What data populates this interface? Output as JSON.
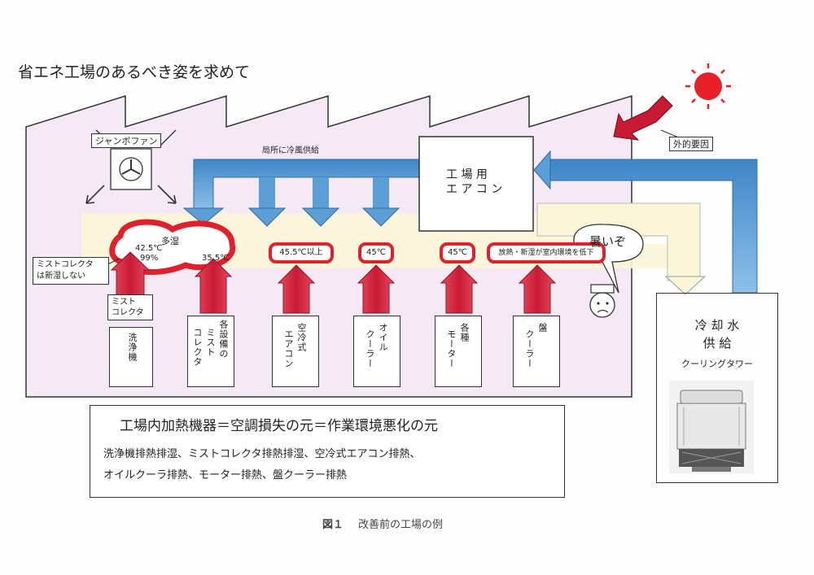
{
  "title": "省エネ工場のあるべき姿を求めて",
  "labels": {
    "jumbo_fan": "ジャンボファン",
    "local_supply": "局所に冷風供給",
    "factory_ac_line1": "工 場 用",
    "factory_ac_line2": "エ ア コ ン",
    "external_factor": "外的要因",
    "hot_speech": "暑いぞ",
    "cooling_water_line1": "冷 却 水",
    "cooling_water_line2": "供 給",
    "cooling_tower": "クーリングタワー",
    "mist_note_line1": "ミストコレクタ",
    "mist_note_line2": "は新湿しない",
    "mist_box_line1": "ミスト",
    "mist_box_line2": "コレクタ"
  },
  "humidity_blob": {
    "label": "多湿",
    "temp": "42.5℃",
    "humidity": "99%"
  },
  "temperature_tags": [
    "35.5℃",
    "45.5℃以上",
    "45℃",
    "45℃",
    "放熱・新湿が室内環境を低下"
  ],
  "machines": [
    "洗浄機",
    "各設備のミストコレクタ",
    "空冷式エアコン",
    "オイルクーラー",
    "各種モーター",
    "盤クーラー"
  ],
  "machines_display": [
    [
      "洗",
      "浄",
      "機"
    ],
    [
      "各設備の",
      "ミスト",
      "コレクタ"
    ],
    [
      "空冷式",
      "エアコン"
    ],
    [
      "オイル",
      "クーラー"
    ],
    [
      "各種",
      "モーター"
    ],
    [
      "盤",
      "クーラー"
    ]
  ],
  "summary": {
    "headline": "工場内加熱機器＝空調損失の元＝作業環境悪化の元",
    "line1": "洗浄機排熱排湿、ミストコレクタ排熱排湿、空冷式エアコン排熱、",
    "line2": "オイルクーラ排熱、モーター排熱、盤クーラー排熱"
  },
  "caption": {
    "figure": "図１",
    "text": "改善前の工場の例"
  },
  "colors": {
    "factory_fill": "#f6e9f6",
    "warm_zone": "#fbf6d8",
    "blue_duct": "#5b9fd6",
    "blue_light": "#a8cdee",
    "heat_red": "#e0212b",
    "heat_arrow": "#d81e3c",
    "sun": "#e8202a"
  }
}
